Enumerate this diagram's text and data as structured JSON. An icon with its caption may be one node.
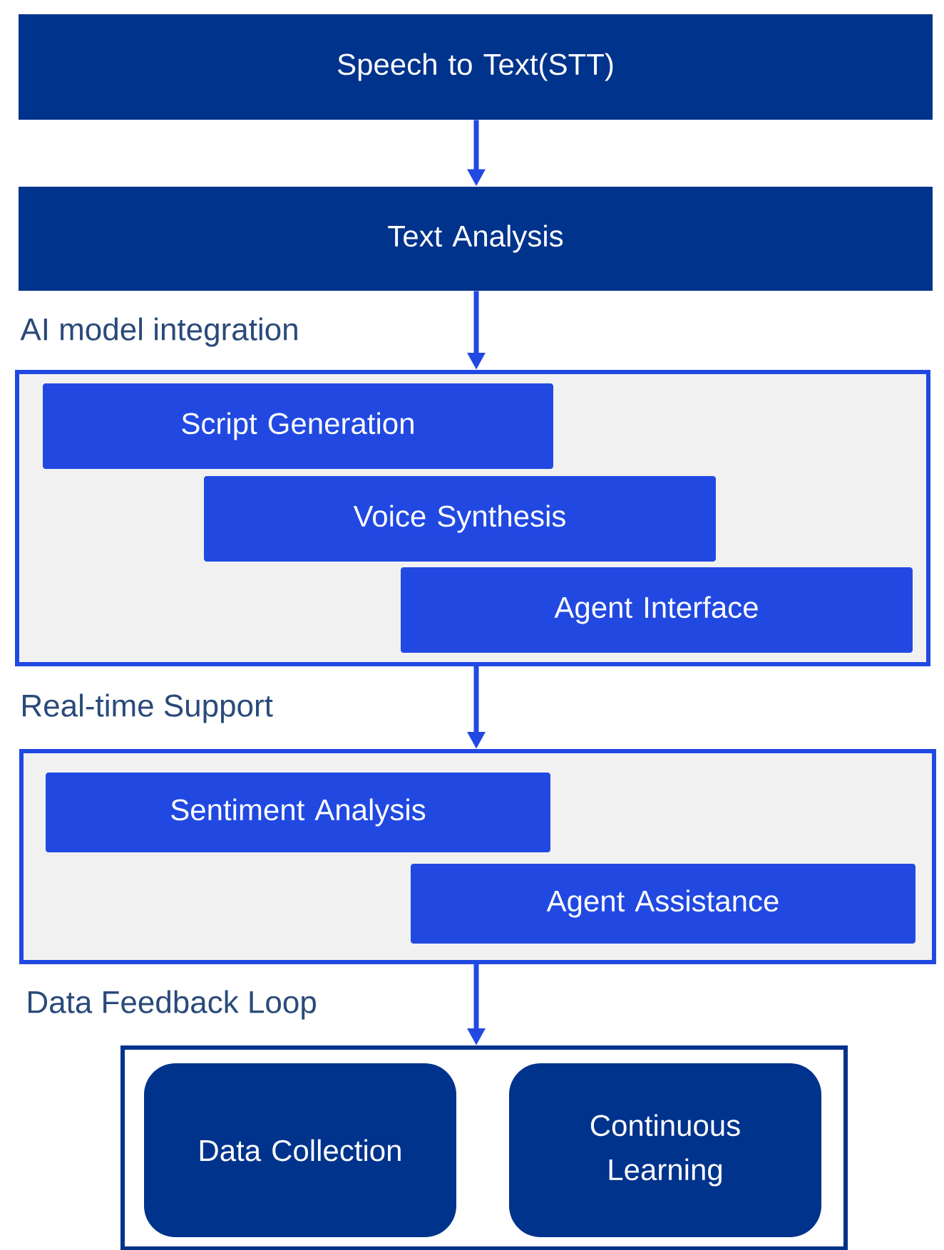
{
  "diagram": {
    "nodes": [
      {
        "text": [
          "Speech to Text(STT)"
        ]
      },
      {
        "text": [
          "Text Analysis"
        ]
      },
      {
        "text": [
          "AI model integration"
        ]
      },
      {
        "text": [
          "Script Generation"
        ],
        "in": 2
      },
      {
        "text": [
          "Voice Synthesis"
        ],
        "in": 2
      },
      {
        "text": [
          "Agent Interface"
        ],
        "in": 2
      },
      {
        "text": [
          "Real-time Support"
        ]
      },
      {
        "text": [
          "Sentiment Analysis"
        ],
        "in": 6
      },
      {
        "text": [
          "Agent Assistance"
        ],
        "in": 6
      },
      {
        "text": [
          "Data Feedback Loop"
        ]
      },
      {
        "text": [
          "Data Collection"
        ],
        "in": 9
      },
      {
        "text": [
          "Continuous Learning"
        ],
        "in": 9
      }
    ],
    "edges": [
      {
        "from": 0,
        "to": 1,
        "arrow": "to"
      },
      {
        "from": 1,
        "to": 2,
        "arrow": "to"
      },
      {
        "from": 2,
        "to": 6,
        "arrow": "to"
      },
      {
        "from": 6,
        "to": 9,
        "arrow": "to"
      }
    ]
  }
}
